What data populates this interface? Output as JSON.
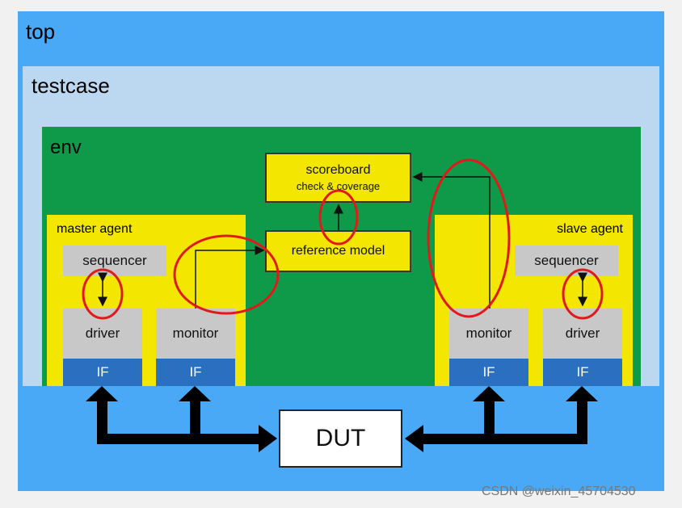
{
  "labels": {
    "top": "top",
    "testcase": "testcase",
    "env": "env",
    "master_agent": "master agent",
    "slave_agent": "slave agent",
    "scoreboard": "scoreboard",
    "scoreboard_sub": "check & coverage",
    "reference_model": "reference model",
    "master_sequencer": "sequencer",
    "master_driver": "driver",
    "master_monitor": "monitor",
    "slave_sequencer": "sequencer",
    "slave_driver": "driver",
    "slave_monitor": "monitor",
    "if": "IF",
    "dut": "DUT",
    "watermark": "CSDN @weixin_45704530"
  },
  "colors": {
    "top": "#4aa9f7",
    "testcase": "#bcd8f0",
    "env": "#0f9a49",
    "agent": "#f3e600",
    "if": "#2b6fc1",
    "highlight": "#e01a1a"
  }
}
